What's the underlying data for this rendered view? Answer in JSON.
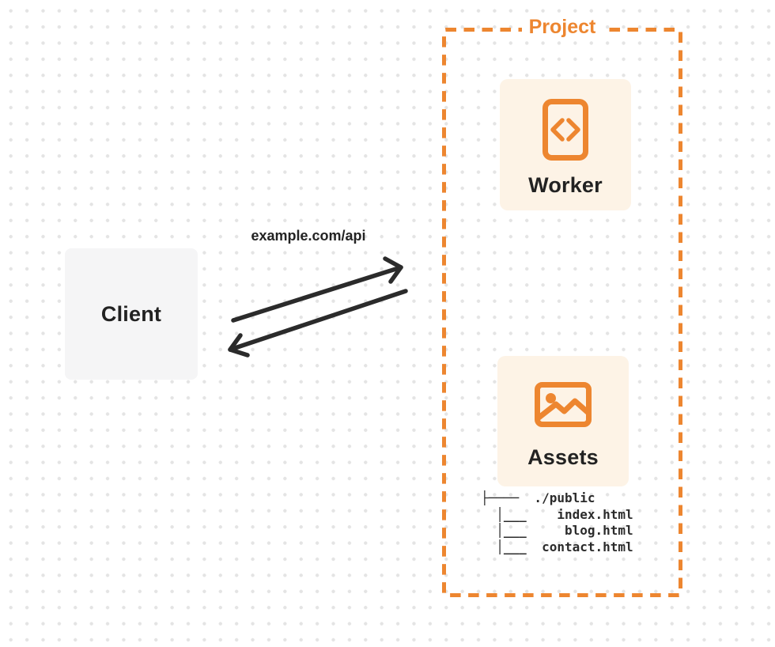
{
  "client": {
    "label": "Client"
  },
  "request": {
    "label": "example.com/api"
  },
  "project": {
    "label": "Project",
    "nodes": {
      "worker": {
        "label": "Worker",
        "icon": "code-file-icon"
      },
      "assets": {
        "label": "Assets",
        "icon": "image-icon"
      }
    },
    "file_tree": {
      "lines": [
        "├────  ./public",
        "  │___    index.html",
        "  │___     blog.html",
        "  │___  contact.html"
      ]
    }
  },
  "colors": {
    "accent_orange": "#ED8630",
    "node_fill_cream": "#FDF3E6",
    "client_fill_gray": "#F5F5F6",
    "ink": "#2B2B2B",
    "dot_grid": "#E4E4E4",
    "background": "#FFFFFF"
  }
}
